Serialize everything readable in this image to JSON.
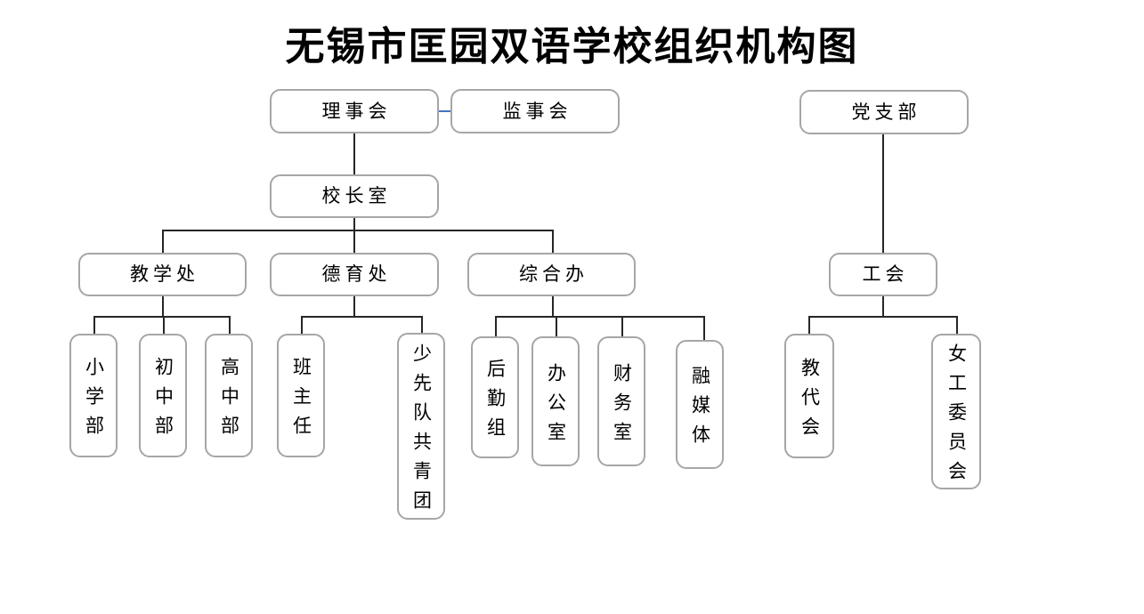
{
  "title": "无锡市匡园双语学校组织机构图",
  "colors": {
    "box_border": "#a6a6a6",
    "connector": "#262626",
    "peer_connector": "#4472c4",
    "text": "#000000",
    "background": "#ffffff"
  },
  "org_chart": {
    "type": "diagram",
    "peer_link": {
      "from": "理事会",
      "to": "监事会"
    },
    "nodes": {
      "board": {
        "label": "理事会",
        "parent": null
      },
      "supervisors": {
        "label": "监事会",
        "parent": null
      },
      "party_branch": {
        "label": "党支部",
        "parent": null
      },
      "principal_office": {
        "label": "校长室",
        "parent": "理事会"
      },
      "teaching_office": {
        "label": "教学处",
        "parent": "校长室"
      },
      "moral_education_office": {
        "label": "德育处",
        "parent": "校长室"
      },
      "general_office": {
        "label": "综合办",
        "parent": "校长室"
      },
      "labor_union": {
        "label": "工会",
        "parent": "党支部"
      },
      "primary_division": {
        "label": "小学部",
        "parent": "教学处"
      },
      "junior_division": {
        "label": "初中部",
        "parent": "教学处"
      },
      "senior_division": {
        "label": "高中部",
        "parent": "教学处"
      },
      "class_teachers": {
        "label": "班主任",
        "parent": "德育处"
      },
      "young_pioneers_youth_league": {
        "label": "少先队共青团",
        "parent": "德育处"
      },
      "logistics_group": {
        "label": "后勤组",
        "parent": "综合办"
      },
      "admin_office": {
        "label": "办公室",
        "parent": "综合办"
      },
      "finance_office": {
        "label": "财务室",
        "parent": "综合办"
      },
      "converged_media": {
        "label": "融媒体",
        "parent": "综合办"
      },
      "teachers_congress": {
        "label": "教代会",
        "parent": "工会"
      },
      "women_workers_committee": {
        "label": "女工委员会",
        "parent": "工会"
      }
    }
  }
}
